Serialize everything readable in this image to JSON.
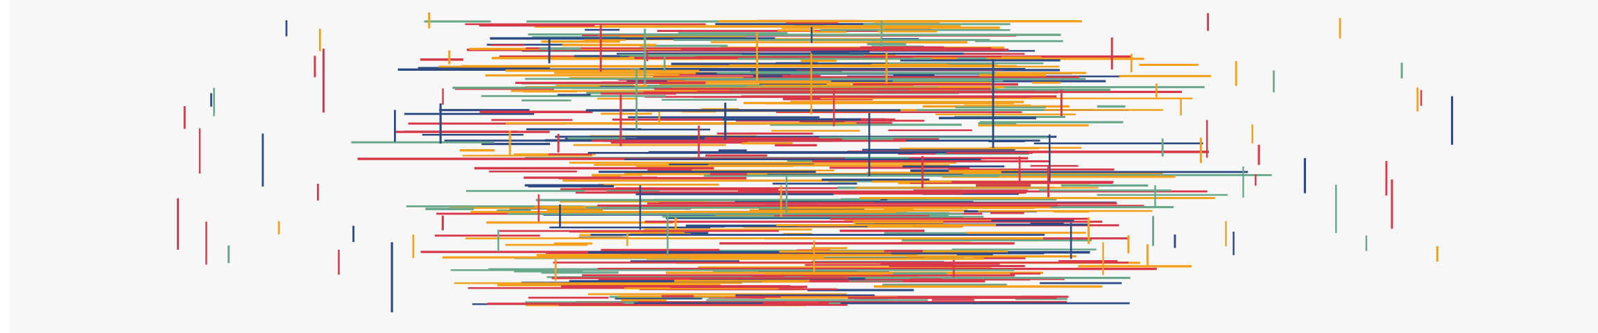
{
  "artwork": {
    "palette": {
      "red": "#d7384a",
      "orange": "#f5a01a",
      "green": "#6aa88c",
      "navy": "#2e4a84"
    },
    "horizontal_strokes": 520,
    "vertical_strokes": 96,
    "seed": 20240611
  }
}
